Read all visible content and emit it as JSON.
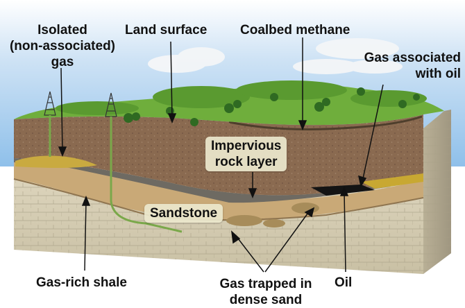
{
  "labels": {
    "isolated_gas": [
      "Isolated",
      "(non-associated)",
      "gas"
    ],
    "land_surface": "Land surface",
    "coalbed_methane": "Coalbed methane",
    "gas_associated": [
      "Gas associated",
      "with oil"
    ],
    "impervious": [
      "Impervious",
      "rock layer"
    ],
    "sandstone": "Sandstone",
    "gas_rich_shale": "Gas-rich shale",
    "gas_trapped": [
      "Gas trapped in",
      "dense sand"
    ],
    "oil": "Oil"
  },
  "colors": {
    "sky": "#9ec9ec",
    "grass": "#6fae3c",
    "soil": "#8a6a50",
    "impervious_layer": "#6e6a62",
    "sandstone": "#c8a878",
    "shale": "#d8d0b8",
    "oil": "#141414",
    "gas": "#c8a832"
  }
}
